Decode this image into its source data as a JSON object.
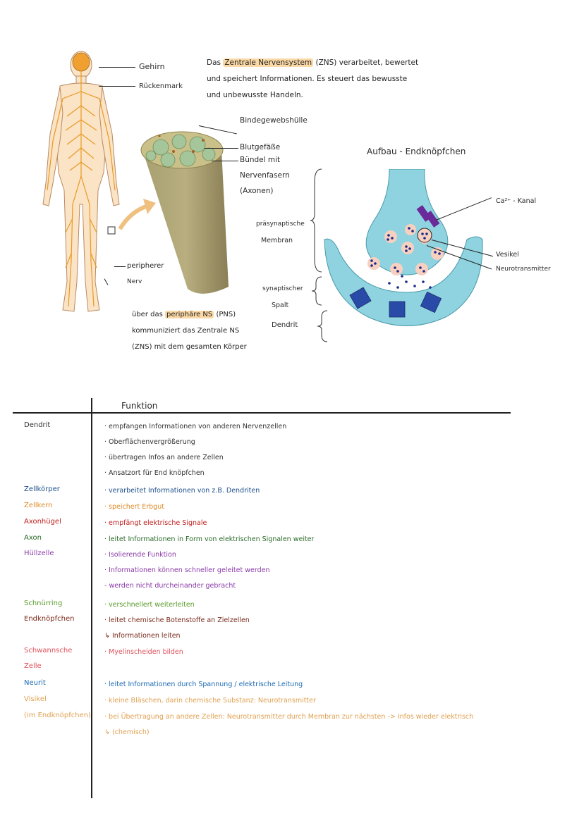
{
  "diagram_top": {
    "labels": {
      "gehirn": "Gehirn",
      "rueckenmark": "Rückenmark",
      "peripherer": "peripherer",
      "nerv": "Nerv",
      "bindegewebshuelle": "Bindegewebshülle",
      "blutgefaesse": "Blutgefäße",
      "buendel1": "Bündel mit",
      "buendel2": "Nervenfasern",
      "buendel3": "(Axonen)"
    },
    "intro": {
      "pre": "Das ",
      "highlight": "Zentrale Nervensystem",
      "post1": " (ZNS) verarbeitet, bewertet",
      "line2": "und speichert Informationen. Es steuert das bewusste",
      "line3": "und unbewusste Handeln."
    },
    "pns": {
      "pre": "über das ",
      "highlight": "periphäre NS",
      "post": " (PNS)",
      "line2": "kommuniziert das Zentrale NS",
      "line3": "(ZNS) mit dem gesamten Körper"
    }
  },
  "synapse": {
    "title": "Aufbau - Endknöpfchen",
    "ca_channel": "Ca²⁺ - Kanal",
    "vesikel": "Vesikel",
    "neurotransmitter": "Neurotransmitter",
    "praesyn1": "präsynaptische",
    "praesyn2": "Membran",
    "spalt1": "synaptischer",
    "spalt2": "Spalt",
    "dendrit": "Dendrit"
  },
  "table": {
    "header": "Funktion",
    "rows": [
      {
        "term": "Dendrit",
        "color": "#333333",
        "lines": [
          "· empfangen Informationen von anderen Nervenzellen",
          "· Oberflächenvergrößerung",
          "· übertragen Infos an andere Zellen",
          "· Ansatzort für End knöpfchen"
        ]
      },
      {
        "term": "Zellkörper",
        "color": "#1d4f8c",
        "lines": [
          "· verarbeitet Informationen von z.B. Dendriten"
        ]
      },
      {
        "term": "Zellkern",
        "color": "#e08a2a",
        "lines": [
          "· speichert Erbgut"
        ]
      },
      {
        "term": "Axonhügel",
        "color": "#c0201e",
        "lines": [
          "· empfängt elektrische Signale"
        ]
      },
      {
        "term": "Axon",
        "color": "#2a6b2a",
        "lines": [
          "· leitet Informationen in Form von elektrischen Signalen weiter"
        ]
      },
      {
        "term": "Hüllzelle",
        "color": "#8a3aa8",
        "lines": [
          "· Isolierende Funktion",
          "· Informationen können schneller geleitet werden",
          "   - werden nicht durcheinander gebracht"
        ]
      },
      {
        "term": "Schnürring",
        "color": "#5a9a2a",
        "lines": [
          "· verschnellert weiterleiten"
        ]
      },
      {
        "term": "Endknöpfchen",
        "color": "#7a2a1a",
        "lines": [
          "· leitet chemische Botenstoffe an Zielzellen",
          "      ↳ Informationen leiten"
        ]
      },
      {
        "term": "Schwannsche",
        "color": "#e0505a",
        "lines": [
          "· Myelinscheiden bilden"
        ]
      },
      {
        "term": "Zelle",
        "color": "#e0505a",
        "lines": []
      },
      {
        "term": "Neurit",
        "color": "#1a6ab0",
        "lines": [
          "· leitet Informationen durch Spannung / elektrische Leitung"
        ]
      },
      {
        "term": "Visikel",
        "color": "#e0a050",
        "lines": [
          "· kleine Bläschen, darin chemische Substanz: Neurotransmitter"
        ]
      },
      {
        "term": "(im Endknöpfchen)",
        "color": "#e0a050",
        "lines": [
          "· bei Übertragung an andere Zellen: Neurotransmitter durch Membran zur nächsten -> Infos wieder elektrisch",
          "                                                    ↳ (chemisch)"
        ]
      }
    ]
  }
}
